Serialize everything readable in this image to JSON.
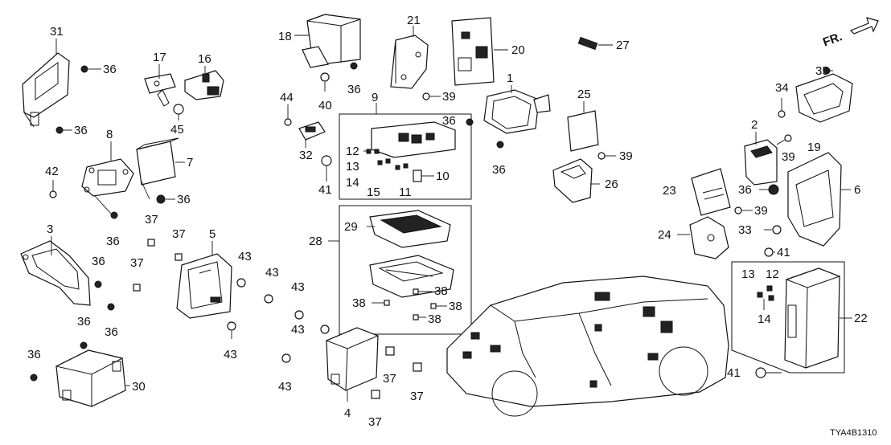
{
  "diagram_code": "TYA4B1310",
  "direction_label": "FR.",
  "callouts": [
    {
      "id": "c31",
      "text": "31"
    },
    {
      "id": "c36a",
      "text": "36"
    },
    {
      "id": "c36b",
      "text": "36"
    },
    {
      "id": "c17",
      "text": "17"
    },
    {
      "id": "c16",
      "text": "16"
    },
    {
      "id": "c45",
      "text": "45"
    },
    {
      "id": "c8",
      "text": "8"
    },
    {
      "id": "c7",
      "text": "7"
    },
    {
      "id": "c42",
      "text": "42"
    },
    {
      "id": "c36c",
      "text": "36"
    },
    {
      "id": "c36d",
      "text": "36"
    },
    {
      "id": "c3",
      "text": "3"
    },
    {
      "id": "c36e",
      "text": "36"
    },
    {
      "id": "c36f",
      "text": "36"
    },
    {
      "id": "c36g",
      "text": "36"
    },
    {
      "id": "c37a",
      "text": "37"
    },
    {
      "id": "c37b",
      "text": "37"
    },
    {
      "id": "c37c",
      "text": "37"
    },
    {
      "id": "c5",
      "text": "5"
    },
    {
      "id": "c43a",
      "text": "43"
    },
    {
      "id": "c43b",
      "text": "43"
    },
    {
      "id": "c43c",
      "text": "43"
    },
    {
      "id": "c43d",
      "text": "43"
    },
    {
      "id": "c43e",
      "text": "43"
    },
    {
      "id": "c43f",
      "text": "43"
    },
    {
      "id": "c36h",
      "text": "36"
    },
    {
      "id": "c30",
      "text": "30"
    },
    {
      "id": "c18",
      "text": "18"
    },
    {
      "id": "c40",
      "text": "40"
    },
    {
      "id": "c36i",
      "text": "36"
    },
    {
      "id": "c21",
      "text": "21"
    },
    {
      "id": "c20",
      "text": "20"
    },
    {
      "id": "c39a",
      "text": "39"
    },
    {
      "id": "c27",
      "text": "27"
    },
    {
      "id": "c1",
      "text": "1"
    },
    {
      "id": "c36j",
      "text": "36"
    },
    {
      "id": "c36k",
      "text": "36"
    },
    {
      "id": "c9",
      "text": "9"
    },
    {
      "id": "c44",
      "text": "44"
    },
    {
      "id": "c32",
      "text": "32"
    },
    {
      "id": "c41a",
      "text": "41"
    },
    {
      "id": "c12a",
      "text": "12"
    },
    {
      "id": "c13a",
      "text": "13"
    },
    {
      "id": "c14a",
      "text": "14"
    },
    {
      "id": "c15",
      "text": "15"
    },
    {
      "id": "c11",
      "text": "11"
    },
    {
      "id": "c10",
      "text": "10"
    },
    {
      "id": "c25",
      "text": "25"
    },
    {
      "id": "c39b",
      "text": "39"
    },
    {
      "id": "c26",
      "text": "26"
    },
    {
      "id": "c28",
      "text": "28"
    },
    {
      "id": "c29",
      "text": "29"
    },
    {
      "id": "c38a",
      "text": "38"
    },
    {
      "id": "c38b",
      "text": "38"
    },
    {
      "id": "c38c",
      "text": "38"
    },
    {
      "id": "c38d",
      "text": "38"
    },
    {
      "id": "c4",
      "text": "4"
    },
    {
      "id": "c37d",
      "text": "37"
    },
    {
      "id": "c37e",
      "text": "37"
    },
    {
      "id": "c37f",
      "text": "37"
    },
    {
      "id": "c35",
      "text": "35"
    },
    {
      "id": "c34",
      "text": "34"
    },
    {
      "id": "c2",
      "text": "2"
    },
    {
      "id": "c39c",
      "text": "39"
    },
    {
      "id": "c19",
      "text": "19"
    },
    {
      "id": "c23",
      "text": "23"
    },
    {
      "id": "c36l",
      "text": "36"
    },
    {
      "id": "c6",
      "text": "6"
    },
    {
      "id": "c39d",
      "text": "39"
    },
    {
      "id": "c24",
      "text": "24"
    },
    {
      "id": "c33",
      "text": "33"
    },
    {
      "id": "c41b",
      "text": "41"
    },
    {
      "id": "c13b",
      "text": "13"
    },
    {
      "id": "c12b",
      "text": "12"
    },
    {
      "id": "c14b",
      "text": "14"
    },
    {
      "id": "c22",
      "text": "22"
    },
    {
      "id": "c41c",
      "text": "41"
    }
  ]
}
